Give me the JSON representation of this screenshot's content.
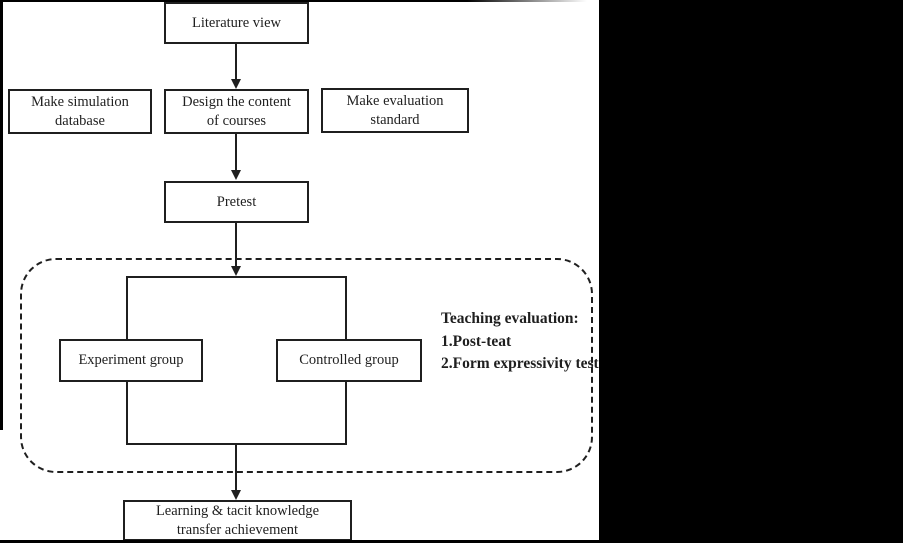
{
  "diagram": {
    "boxes": {
      "literature": {
        "label": "Literature view"
      },
      "simulation": {
        "lines": [
          "Make simulation",
          "database"
        ]
      },
      "design": {
        "lines": [
          "Design the content",
          "of courses"
        ]
      },
      "evaluation": {
        "lines": [
          "Make evaluation",
          "standard"
        ]
      },
      "pretest": {
        "label": "Pretest"
      },
      "experiment": {
        "label": "Experiment group"
      },
      "controlled": {
        "label": "Controlled group"
      },
      "achievement": {
        "lines": [
          "Learning & tacit knowledge",
          "transfer achievement"
        ]
      }
    },
    "annotation": {
      "lines": [
        "Teaching evaluation:",
        "1.Post-teat",
        "2.Form expressivity test"
      ]
    },
    "colors": {
      "line": "#1f1f1f",
      "background": "#ffffff",
      "mask": "#000000"
    }
  }
}
